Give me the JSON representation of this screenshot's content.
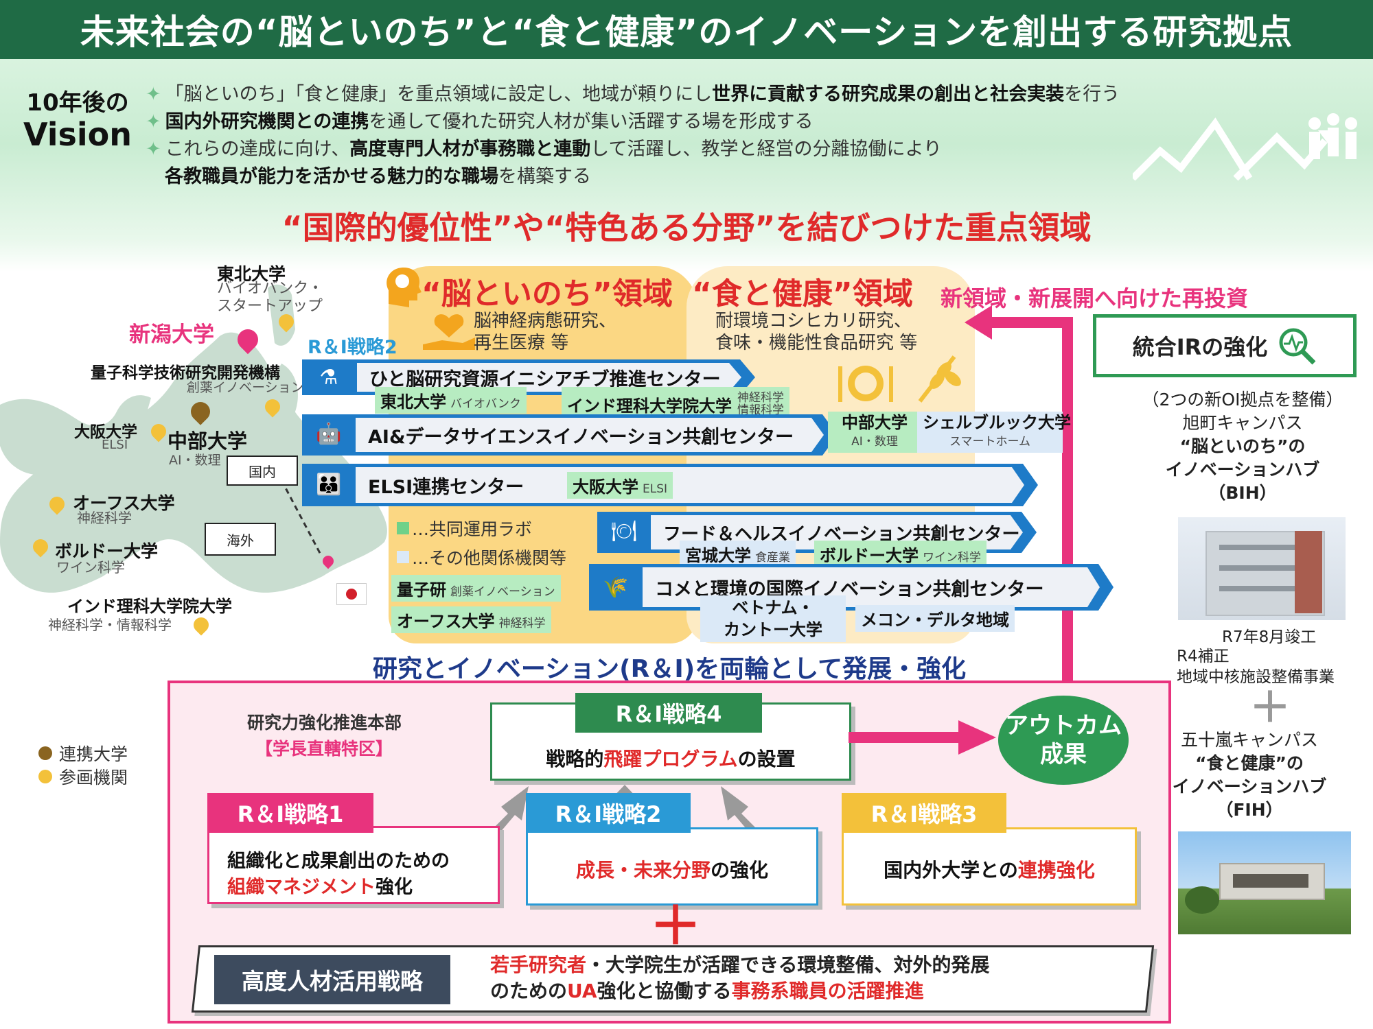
{
  "title": "未来社会の“脳といのち”と“食と健康”のイノベーションを創出する研究拠点",
  "vision": {
    "label_line1": "10年後の",
    "label_line2": "Vision",
    "line1_a": "「脳といのち」「食と健康」を重点領域に設定し、地域が頼りにし",
    "line1_b": "世界に貢献する研究成果の創出と社会実装",
    "line1_c": "を行う",
    "line2_a": "国内外研究機関との連携",
    "line2_b": "を通して優れた研究人材が集い活躍する場を形成する",
    "line3_a": "これらの達成に向け、",
    "line3_b": "高度専門人材が事務職と連動",
    "line3_c": "して活躍し、教学と経営の分離協働により",
    "line4_a": "各教職員が能力を活かせる魅力的な職場",
    "line4_b": "を構築する"
  },
  "focus_heading": "“国際的優位性”や“特色ある分野”を結びつけた重点領域",
  "domains": {
    "brain_title": "“脳といのち”領域",
    "brain_desc1": "脳神経病態研究、",
    "brain_desc2": "再生医療 等",
    "food_title": "“食と健康”領域",
    "food_desc1": "耐環境コシヒカリ研究、",
    "food_desc2": "食味・機能性食品研究 等",
    "reinvest": "新領域・新展開へ向けた再投資"
  },
  "map": {
    "niigata": "新潟大学",
    "tohoku": "東北大学",
    "tohoku_note1": "バイオバンク・",
    "tohoku_note2": "スタートアップ",
    "qst": "量子科学技術研究開発機構",
    "qst_note": "創薬イノベーション",
    "osaka": "大阪大学",
    "osaka_note": "ELSI",
    "chubu": "中部大学",
    "chubu_note": "AI・数理",
    "domestic": "国内",
    "overseas": "海外",
    "aarhus": "オーフス大学",
    "aarhus_note": "神経科学",
    "bordeaux": "ボルドー大学",
    "bordeaux_note": "ワイン科学",
    "iisc": "インド理科大学院大学",
    "iisc_note": "神経科学・情報科学",
    "legend_partner": "連携大学",
    "legend_participant": "参画機関"
  },
  "ri2_label": "R＆I戦略2",
  "centers": {
    "c1": "ひと脳研究資源イニシアチブ推進センター",
    "c2": "AI&データサイエンスイノベーション共創センター",
    "c3": "ELSI連携センター",
    "c4": "フード＆ヘルスイノベーション共創センター",
    "c5": "コメと環境の国際イノベーション共創センター"
  },
  "tags": {
    "tohoku": "東北大学",
    "tohoku_note": "バイオバンク",
    "iisc": "インド理科大学院大学",
    "iisc_note1": "神経科学",
    "iisc_note2": "情報科学",
    "chubu": "中部大学",
    "chubu_note": "AI・数理",
    "innsbruck": "シェルブルック大学",
    "innsbruck_note": "スマートホーム",
    "osaka": "大阪大学",
    "osaka_note": "ELSI",
    "miyagi": "宮城大学",
    "miyagi_note": "食産業",
    "bordeaux": "ボルドー大学",
    "bordeaux_note": "ワイン科学",
    "qst": "量子研",
    "qst_note": "創薬イノベーション",
    "aarhus": "オーフス大学",
    "aarhus_note": "神経科学",
    "vietnam1": "ベトナム・",
    "vietnam2": "カントー大学",
    "mekong": "メコン・デルタ地域"
  },
  "legend_small": {
    "joint_lab": "…共同運用ラボ",
    "other": "…その他関係機関等"
  },
  "ri_heading": "研究とイノベーション(R＆I)を両輪として発展・強化",
  "hq": {
    "line1": "研究力強化推進本部",
    "line2": "【学長直轄特区】"
  },
  "strategy4": {
    "head": "R＆I戦略4",
    "body_a": "戦略的",
    "body_b": "飛躍プログラム",
    "body_c": "の設置"
  },
  "outcome": {
    "line1": "アウトカム",
    "line2": "成果"
  },
  "strategy1": {
    "head": "R＆I戦略1",
    "body1": "組織化と成果創出のための",
    "body2_a": "組織マネジメント",
    "body2_b": "強化"
  },
  "strategy2": {
    "head": "R＆I戦略2",
    "body_a": "成長・未来分野",
    "body_b": "の強化"
  },
  "strategy3": {
    "head": "R＆I戦略3",
    "body_a": "国内外大学との",
    "body_b": "連携強化"
  },
  "plus": "＋",
  "hr_strategy": {
    "label": "高度人材活用戦略",
    "l1_a": "若手研究者",
    "l1_b": "・大学院生が活躍できる環境整備、対外的発展",
    "l2_a": "のための",
    "l2_b": "UA",
    "l2_c": "強化と協働する",
    "l2_d": "事務系職員の活躍推進"
  },
  "ir": {
    "label": "統合IRの強化"
  },
  "campus": {
    "intro": "（2つの新OI拠点を整備）",
    "asahi1": "旭町キャンパス",
    "asahi2": "“脳といのち”の",
    "asahi3": "イノベーションハブ",
    "asahi4": "（BIH）",
    "done": "R7年8月竣工",
    "r4": "R4補正",
    "r4_2": "地域中核施設整備事業",
    "plus": "＋",
    "ikarashi1": "五十嵐キャンパス",
    "ikarashi2": "“食と健康”の",
    "ikarashi3": "イノベーションハブ",
    "ikarashi4": "（FIH）"
  },
  "colors": {
    "title_bg": "#1f6b45",
    "accent_red": "#e02a2a",
    "pink": "#e8337d",
    "bar_blue": "#1e7bc8",
    "ri_green": "#2e8b4f",
    "ri_blue": "#2a9ad6",
    "ri_gold": "#f3c13a"
  }
}
